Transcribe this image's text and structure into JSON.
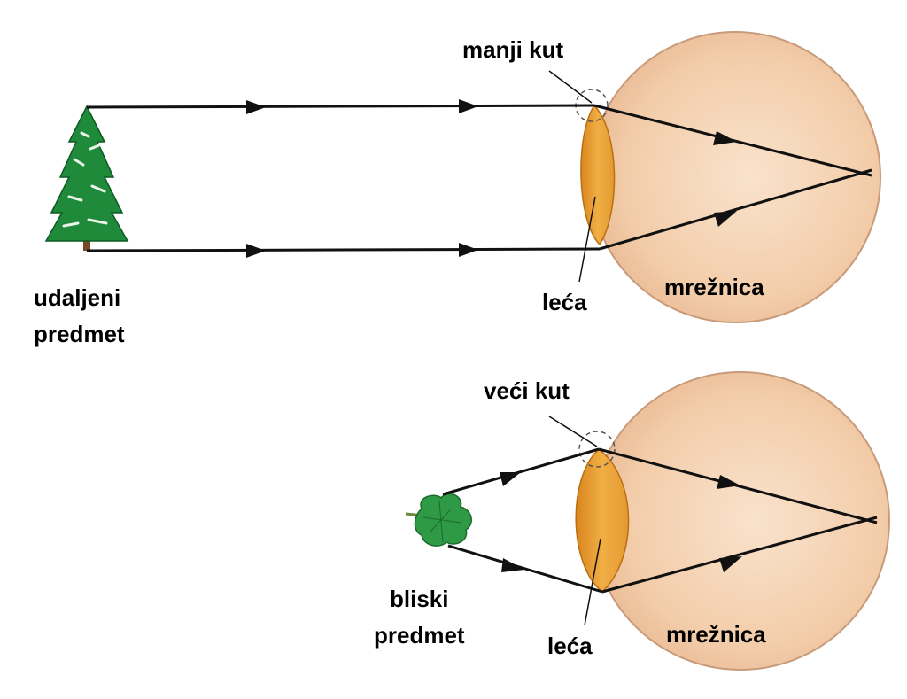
{
  "top_panel": {
    "angle_label": "manji kut",
    "lens_label": "leća",
    "retina_label": "mrežnica",
    "object_label_line1": "udaljeni",
    "object_label_line2": "predmet",
    "object": "tree-icon"
  },
  "bottom_panel": {
    "angle_label": "veći kut",
    "lens_label": "leća",
    "retina_label": "mrežnica",
    "object_label_line1": "bliski",
    "object_label_line2": "predmet",
    "object": "leaf-icon"
  },
  "colors": {
    "eyeball": "#f3cdaa",
    "eyeball_outline": "#c79b7a",
    "lens": "#e9a033",
    "lens_outline": "#b86e12",
    "tree": "#1f8a3a",
    "leaf": "#2f9a45",
    "ray": "#111111"
  }
}
